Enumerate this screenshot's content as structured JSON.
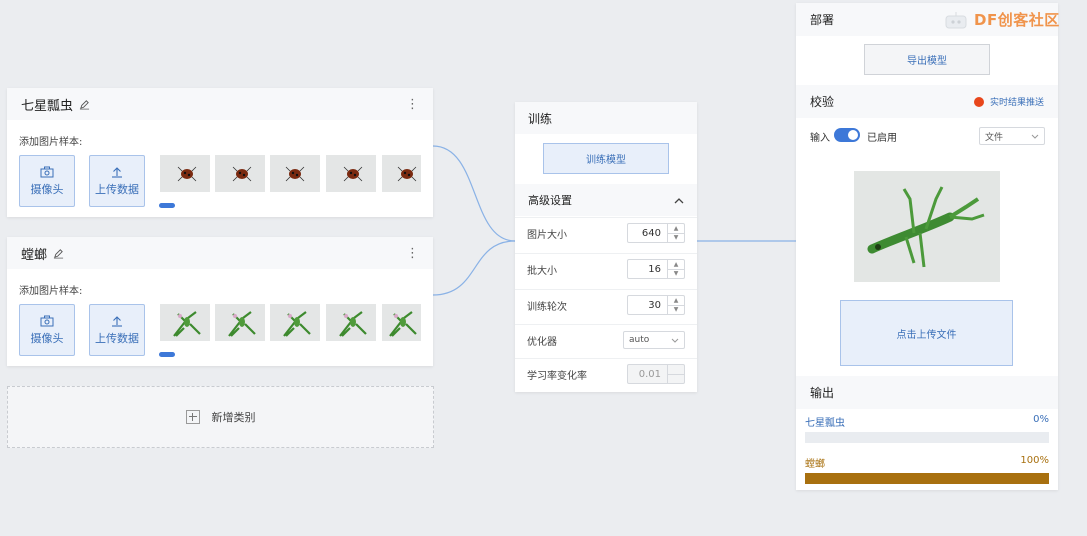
{
  "classes": [
    {
      "title": "七星瓢虫",
      "add_label": "添加图片样本:",
      "camera_label": "摄像头",
      "upload_label": "上传数据"
    },
    {
      "title": "螳螂",
      "add_label": "添加图片样本:",
      "camera_label": "摄像头",
      "upload_label": "上传数据"
    }
  ],
  "new_class_label": "新增类别",
  "train": {
    "title": "训练",
    "train_button": "训练模型",
    "advanced_title": "高级设置",
    "params": [
      {
        "label": "图片大小",
        "value": "640"
      },
      {
        "label": "批大小",
        "value": "16"
      },
      {
        "label": "训练轮次",
        "value": "30"
      },
      {
        "label": "优化器",
        "value": "auto"
      },
      {
        "label": "学习率变化率",
        "value": "0.01"
      }
    ]
  },
  "deploy": {
    "title": "部署",
    "export_button": "导出模型",
    "verify_title": "校验",
    "live_push_label": "实时结果推送",
    "input_label": "输入",
    "enabled_label": "已启用",
    "source_select": "文件",
    "upload_file_button": "点击上传文件",
    "output_title": "输出",
    "outputs": [
      {
        "name": "七星瓢虫",
        "percent": "0%",
        "fraction": 0,
        "color": "#3a6fb8"
      },
      {
        "name": "螳螂",
        "percent": "100%",
        "fraction": 1,
        "color": "#a8700f"
      }
    ]
  },
  "watermark": "DF创客社区",
  "colors": {
    "accent": "#3d78d8",
    "live_dot": "#e8461b",
    "connector": "#8ab2e6"
  }
}
